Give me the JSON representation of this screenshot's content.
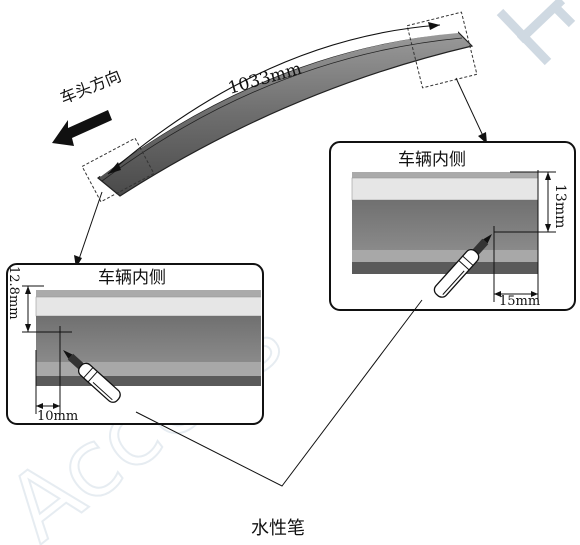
{
  "direction_label": "车头方向",
  "length_label": "1033mm",
  "left_detail": {
    "title": "车辆内侧",
    "vertical_dim": "12.8mm",
    "horizontal_dim": "10mm"
  },
  "right_detail": {
    "title": "车辆内侧",
    "vertical_dim": "13mm",
    "horizontal_dim": "15mm"
  },
  "pen_label": "水性笔",
  "watermark": "Access"
}
